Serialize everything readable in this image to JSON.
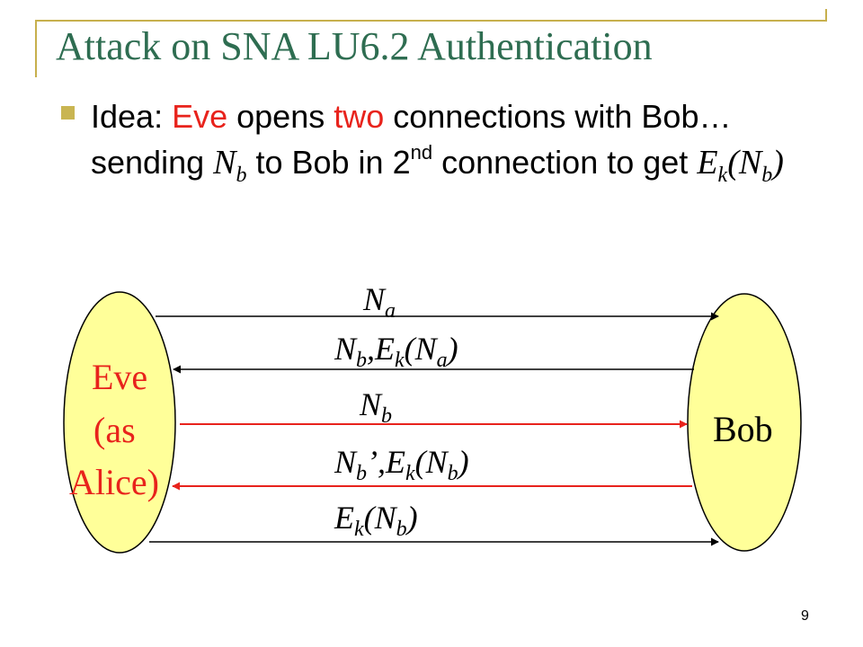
{
  "slide": {
    "title": "Attack on SNA LU6.2 Authentication",
    "page_number": "9"
  },
  "bullet": {
    "prefix": "Idea: ",
    "highlight_1": "Eve",
    "text_1": " opens ",
    "highlight_2": "two",
    "text_2": " connections with Bob… sending ",
    "nb_base": "N",
    "nb_sub": "b",
    "text_3": " to Bob in 2",
    "ordinal_sup": "nd",
    "text_4": " connection to get ",
    "ek_base": "E",
    "ek_sub": "k",
    "paren_open": "(",
    "nb2_base": "N",
    "nb2_sub": "b",
    "paren_close": ")"
  },
  "diagram": {
    "eve": {
      "line1": "Eve",
      "line2": "(as",
      "line3": "Alice)"
    },
    "bob": {
      "label": "Bob"
    },
    "messages": [
      {
        "label": "Na"
      },
      {
        "label": "Nb,Ek(Na)"
      },
      {
        "label": "Nb"
      },
      {
        "label": "Nb’,Ek(Nb)"
      },
      {
        "label": "Ek(Nb)"
      }
    ]
  },
  "colors": {
    "title": "#2E6D51",
    "accent_red": "#E8231C",
    "ellipse_fill": "#FFFF99",
    "frame_gold": "#C7B04D",
    "bullet_gold": "#C9B552"
  }
}
